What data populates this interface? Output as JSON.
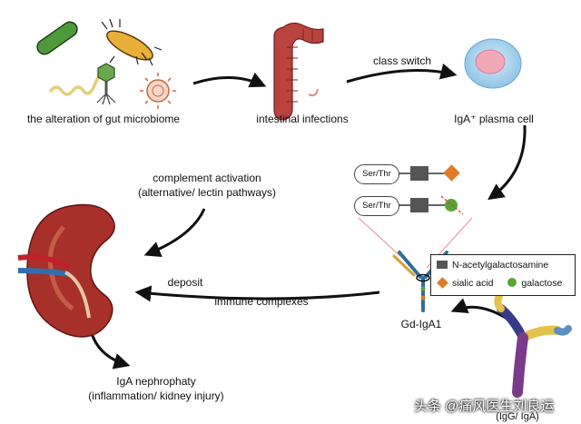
{
  "labels": {
    "gut_microbiome": "the alteration of gut microbiome",
    "intestinal_infections": "intestinal infections",
    "class_switch": "class switch",
    "plasma_cell": "IgA⁺ plasma cell",
    "complement_line1": "complement activation",
    "complement_line2": "(alternative/ lectin pathways)",
    "deposit": "deposit",
    "immune_complexes": "immune complexes",
    "gd_iga1": "Gd-IgA1",
    "nephropathy_line1": "IgA nephrophaty",
    "nephropathy_line2": "(inflammation/ kidney injury)",
    "igg_iga": "(IgG/ IgA)"
  },
  "glycan": {
    "ser_thr_1": "Ser/Thr",
    "ser_thr_2": "Ser/Thr"
  },
  "legend": {
    "n_acetylgalactosamine": "N-acetylgalactosamine",
    "sialic_acid": "sialic acid",
    "galactose": "galactose"
  },
  "watermark": "头条 @痛风医生刘良运",
  "colors": {
    "arrow": "#111111",
    "n_acetylgalactosamine": "#555555",
    "sialic_acid": "#e07b28",
    "galactose": "#5aa33a",
    "kidney": "#a8302b",
    "intestine": "#b8433f",
    "plasma_cell": "#a9d3ee",
    "plasma_nucleus": "#f1a9b8"
  }
}
